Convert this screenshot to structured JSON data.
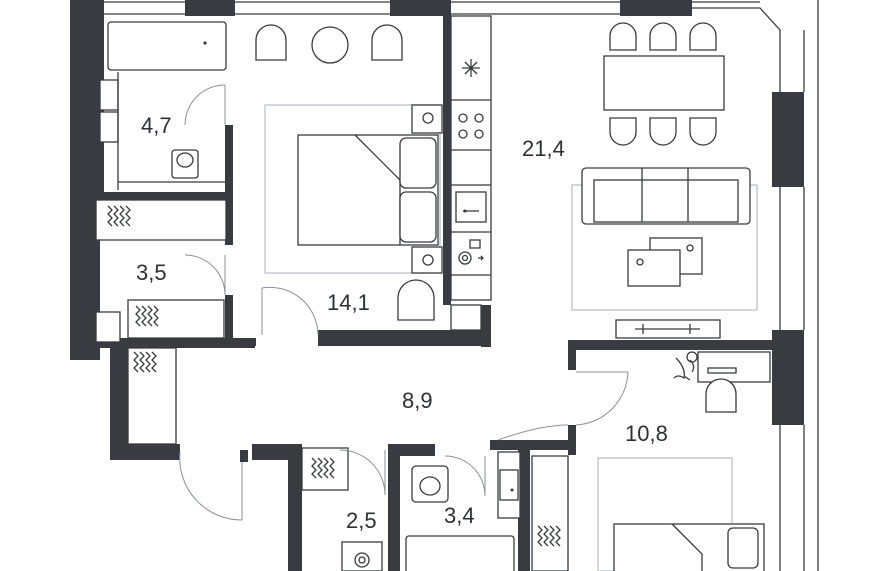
{
  "rooms": [
    {
      "id": "bathroom",
      "area": "4,7"
    },
    {
      "id": "laundry",
      "area": "3,5"
    },
    {
      "id": "bedroom",
      "area": "14,1"
    },
    {
      "id": "living",
      "area": "21,4"
    },
    {
      "id": "hall",
      "area": "8,9"
    },
    {
      "id": "bedroom-2",
      "area": "10,8"
    },
    {
      "id": "wc-1",
      "area": "2,5"
    },
    {
      "id": "wc-2",
      "area": "3,4"
    }
  ],
  "colors": {
    "wall": "#3a3b40",
    "line": "#3a3b40",
    "light_line": "#b9bcc4",
    "text": "#2f3035"
  }
}
